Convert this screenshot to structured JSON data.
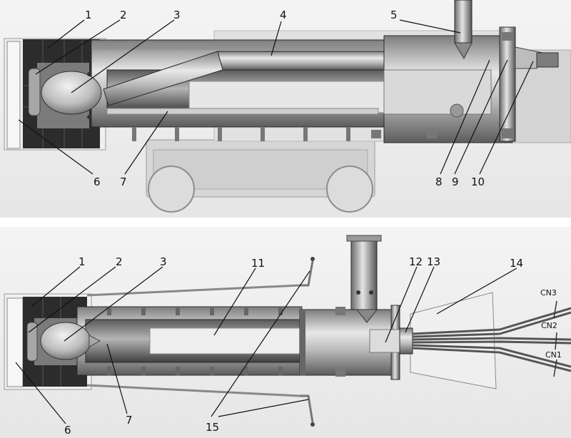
{
  "figure": {
    "top_view": {
      "labels": [
        "1",
        "2",
        "3",
        "4",
        "5",
        "6",
        "7",
        "8",
        "9",
        "10"
      ]
    },
    "bottom_view": {
      "labels": [
        "1",
        "2",
        "3",
        "11",
        "12",
        "13",
        "14",
        "6",
        "7",
        "15"
      ],
      "cables": [
        "CN3",
        "CN2",
        "CN1"
      ]
    }
  }
}
